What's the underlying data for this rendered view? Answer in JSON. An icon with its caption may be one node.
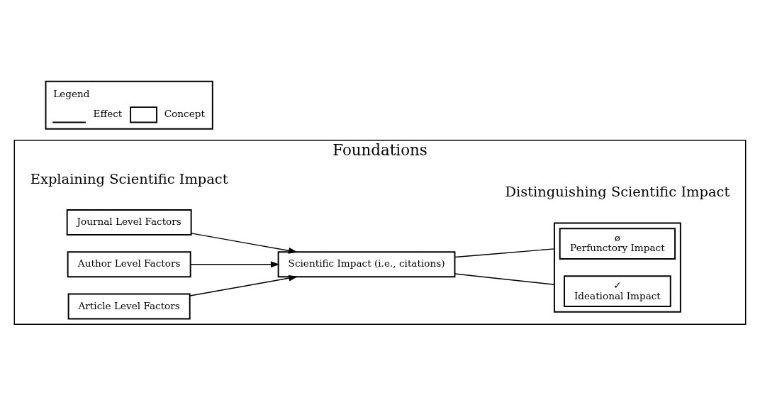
{
  "diagram": {
    "nodes": [
      {
        "text": [
          "Foundations"
        ]
      },
      {
        "text": [
          "Journal Level Factors"
        ],
        "in": 0
      },
      {
        "text": [
          "Author Level Factors"
        ],
        "in": 0
      },
      {
        "text": [
          "Article Level Factors"
        ],
        "in": 0
      },
      {
        "text": [
          "Scientific Impact (i.e., citations)"
        ],
        "in": 0
      },
      {
        "text": [],
        "shape": "box",
        "in": 0
      },
      {
        "text": [
          "ø",
          "Perfunctory Impact"
        ],
        "in": 5
      },
      {
        "text": [
          "✓",
          "Ideational Impact"
        ],
        "in": 5
      }
    ],
    "edges": [
      {
        "from": 1,
        "to": 4,
        "arrow": "to"
      },
      {
        "from": 2,
        "to": 4,
        "arrow": "to"
      },
      {
        "from": 3,
        "to": 4,
        "arrow": "to"
      },
      {
        "from": 4,
        "to": 5,
        "arrow": "none"
      },
      {
        "from": 4,
        "to": 5,
        "arrow": "none"
      }
    ],
    "labels": [
      "Explaining Scientific Impact",
      "Distinguishing Scientific Impact",
      "Legend"
    ],
    "legend": [
      {
        "text": "Effect"
      },
      {
        "text": "Concept"
      }
    ]
  }
}
